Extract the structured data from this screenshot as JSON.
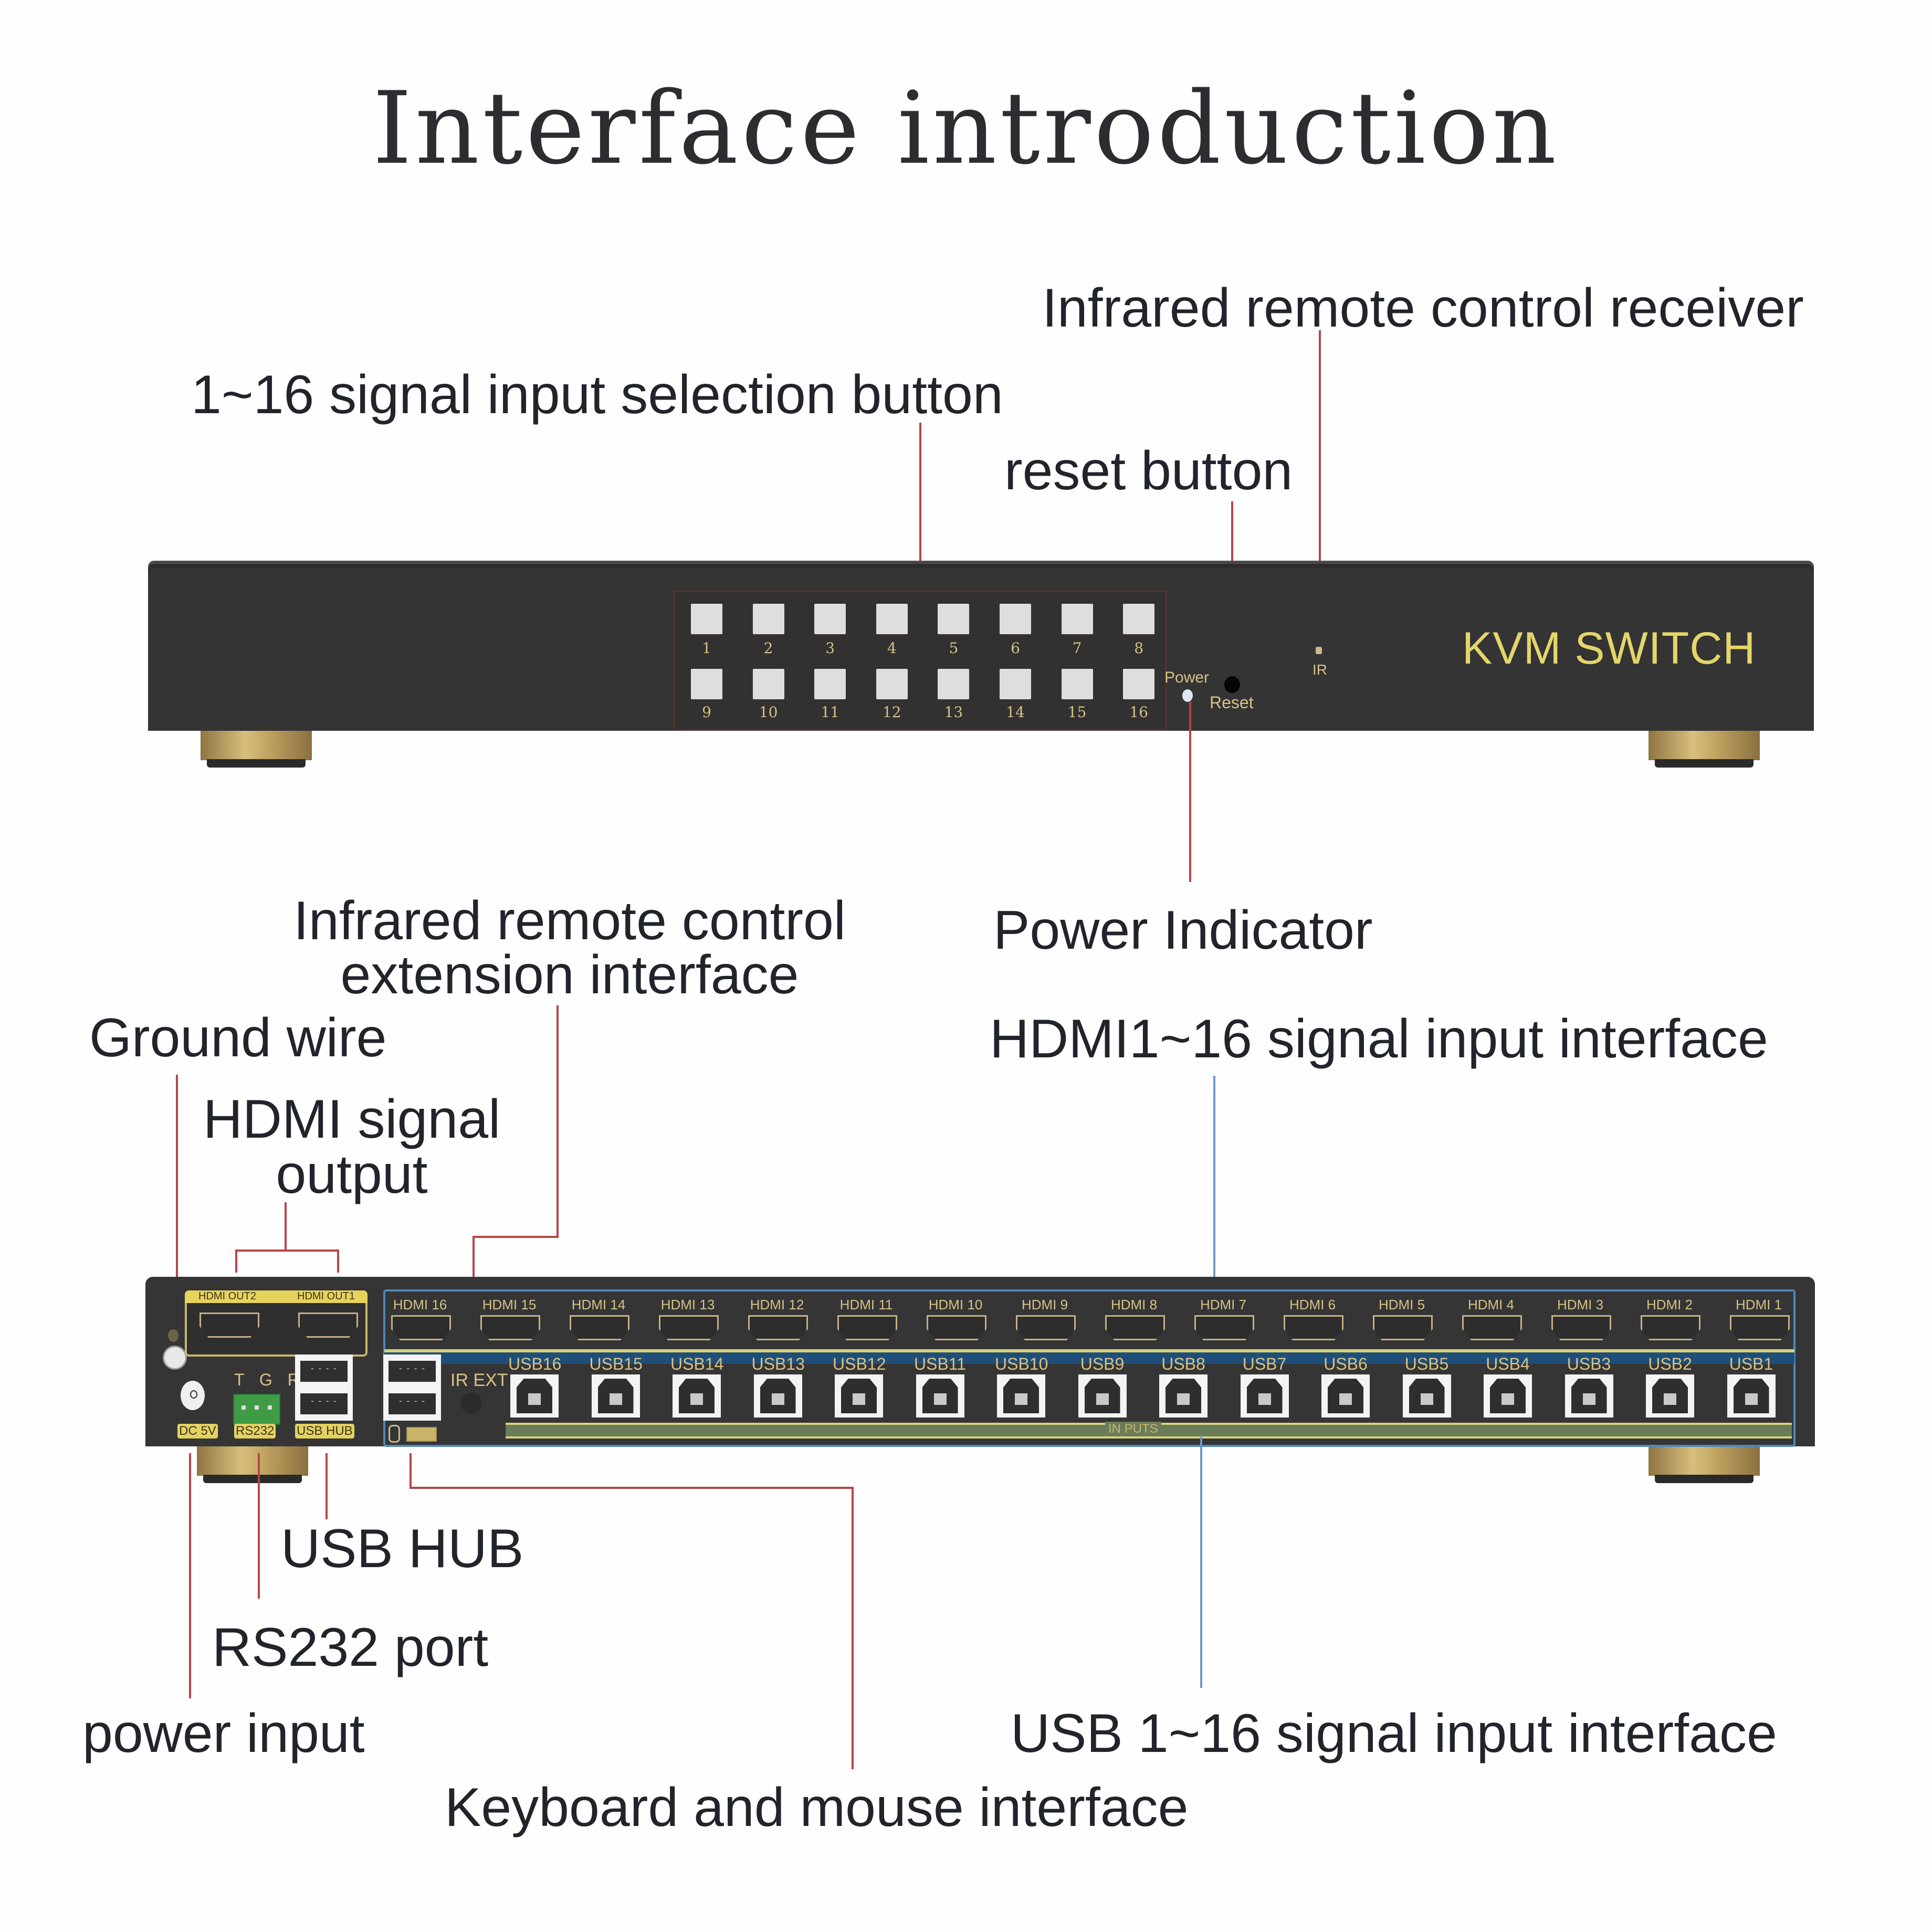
{
  "title": "Interface introduction",
  "callouts": {
    "ir_receiver": "Infrared remote control receiver",
    "selection_buttons": "1~16 signal input selection button",
    "reset_button": "reset button",
    "power_indicator": "Power Indicator",
    "ir_extension_line1": "Infrared remote control",
    "ir_extension_line2": "extension interface",
    "ground_wire": "Ground wire",
    "hdmi_output_line1": "HDMI signal",
    "hdmi_output_line2": "output",
    "hdmi_inputs": "HDMI1~16 signal input interface",
    "usb_hub": "USB HUB",
    "rs232_port": "RS232 port",
    "power_input": "power input",
    "keyboard_mouse": "Keyboard and mouse interface",
    "usb_inputs": "USB 1~16 signal input interface"
  },
  "front_panel": {
    "brand_text": "KVM SWITCH",
    "power_label": "Power",
    "reset_label": "Reset",
    "ir_label": "IR",
    "buttons_row1": [
      "1",
      "2",
      "3",
      "4",
      "5",
      "6",
      "7",
      "8"
    ],
    "buttons_row2": [
      "9",
      "10",
      "11",
      "12",
      "13",
      "14",
      "15",
      "16"
    ]
  },
  "rear_panel": {
    "hdmi_out": [
      "HDMI OUT2",
      "HDMI OUT1"
    ],
    "hdmi_in": [
      "HDMI 16",
      "HDMI 15",
      "HDMI 14",
      "HDMI 13",
      "HDMI 12",
      "HDMI 11",
      "HDMI 10",
      "HDMI 9",
      "HDMI 8",
      "HDMI 7",
      "HDMI 6",
      "HDMI 5",
      "HDMI 4",
      "HDMI 3",
      "HDMI 2",
      "HDMI 1"
    ],
    "usb_in": [
      "USB16",
      "USB15",
      "USB14",
      "USB13",
      "USB12",
      "USB11",
      "USB10",
      "USB9",
      "USB8",
      "USB7",
      "USB6",
      "USB5",
      "USB4",
      "USB3",
      "USB2",
      "USB1"
    ],
    "dc_label": "DC 5V",
    "rs232_label": "RS232",
    "rs232_pins": "T G R",
    "usb_hub_label": "USB HUB",
    "ir_ext_label": "IR EXT",
    "inputs_label": "IN PUTS"
  },
  "colors": {
    "callout_red": "#b5454a",
    "callout_blue": "#6b98c9",
    "panel_gold": "#d6c287",
    "brand_yellow": "#e3d66a",
    "chassis": "#353535"
  }
}
